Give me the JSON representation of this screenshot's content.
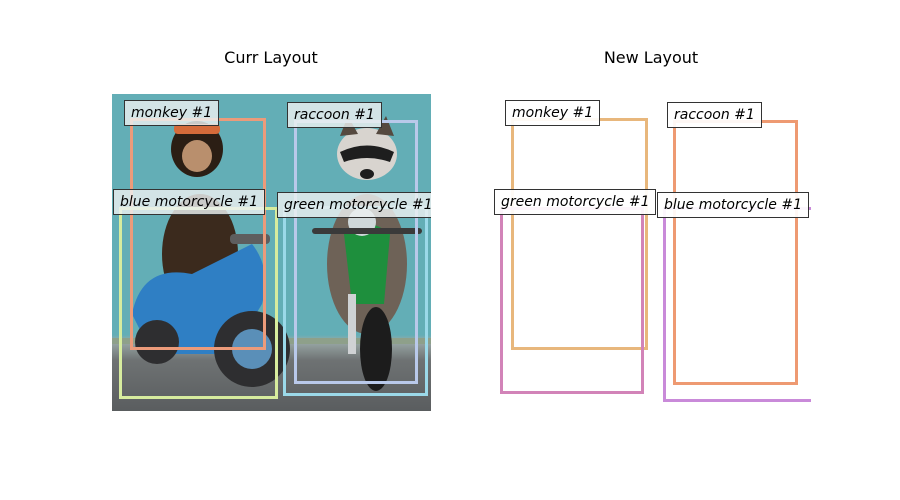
{
  "panels": {
    "left_title": "Curr Layout",
    "right_title": "New Layout"
  },
  "colors": {
    "monkey": "#ec9b7a",
    "raccoon": "#b9c9ea",
    "blue_motorcycle": "#d7ec9e",
    "green_motorcycle": "#9bd9e9",
    "new_monkey": "#e8b77c",
    "new_raccoon": "#ee9a72",
    "new_green_motorcycle": "#d283b8",
    "new_blue_motorcycle": "#c98ad9"
  },
  "current_layout": {
    "labels": [
      "monkey #1",
      "raccoon #1",
      "blue motorcycle #1",
      "green motorcycle #1"
    ]
  },
  "new_layout": {
    "labels": [
      "monkey #1",
      "raccoon #1",
      "green motorcycle #1",
      "blue motorcycle #1"
    ]
  }
}
